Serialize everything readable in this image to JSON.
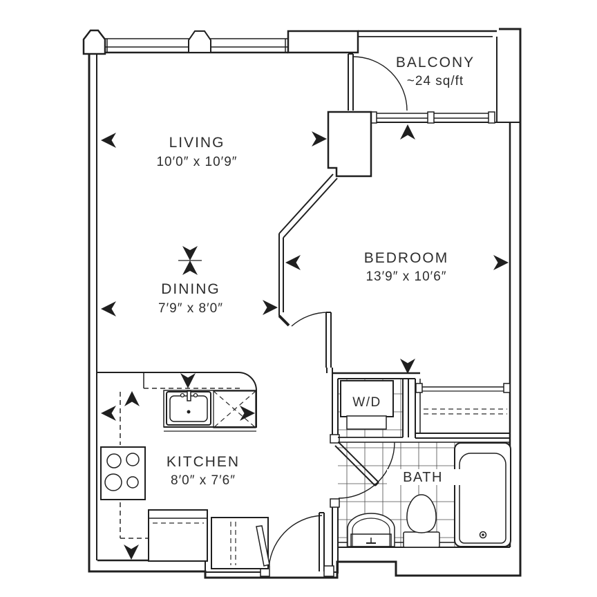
{
  "floor_plan": {
    "rooms": {
      "living": {
        "label": "LIVING",
        "dims": "10′0″ x 10′9″"
      },
      "dining": {
        "label": "DINING",
        "dims": "7′9″ x 8′0″"
      },
      "bedroom": {
        "label": "BEDROOM",
        "dims": "13′9″ x 10′6″"
      },
      "kitchen": {
        "label": "KITCHEN",
        "dims": "8′0″ x 7′6″"
      },
      "balcony": {
        "label": "BALCONY",
        "dims": "~24 sq/ft"
      },
      "bath": {
        "label": "BATH"
      },
      "laundry": {
        "label": "W/D"
      }
    },
    "colors": {
      "line": "#1f1f1f",
      "text": "#2d2d2d",
      "tile": "#4a4a4a",
      "background": "#ffffff"
    }
  }
}
